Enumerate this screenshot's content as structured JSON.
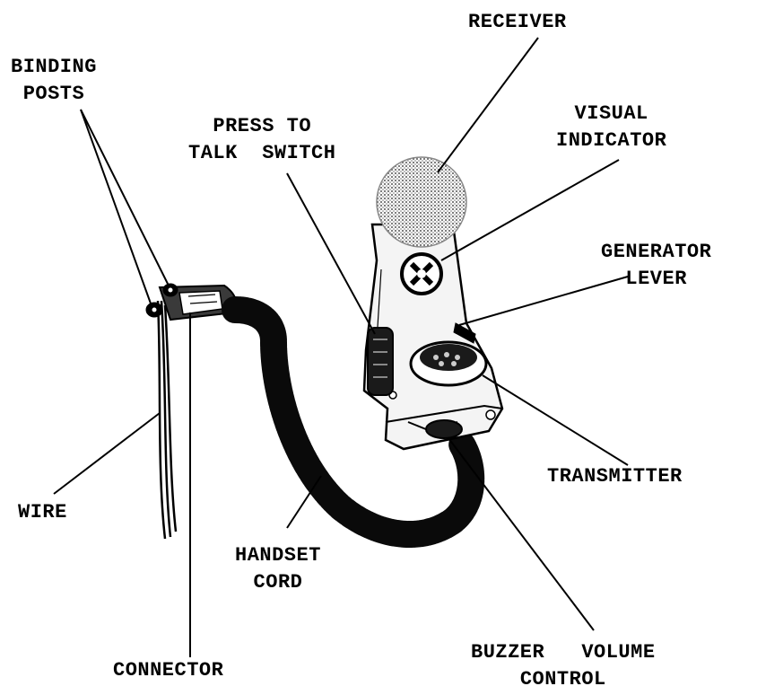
{
  "labels": {
    "receiver": "RECEIVER",
    "binding_posts": "BINDING\nPOSTS",
    "press_to_talk_switch": "PRESS TO\nTALK  SWITCH",
    "visual_indicator": "VISUAL\nINDICATOR",
    "generator_lever": "GENERATOR\nLEVER",
    "transmitter": "TRANSMITTER",
    "wire": "WIRE",
    "handset_cord": "HANDSET\nCORD",
    "connector": "CONNECTOR",
    "buzzer_volume_control": "BUZZER   VOLUME\nCONTROL"
  },
  "colors": {
    "ink": "#000000",
    "background": "#ffffff",
    "receiver_fill": "#b8b8b8",
    "body_fill": "#f4f4f4"
  }
}
